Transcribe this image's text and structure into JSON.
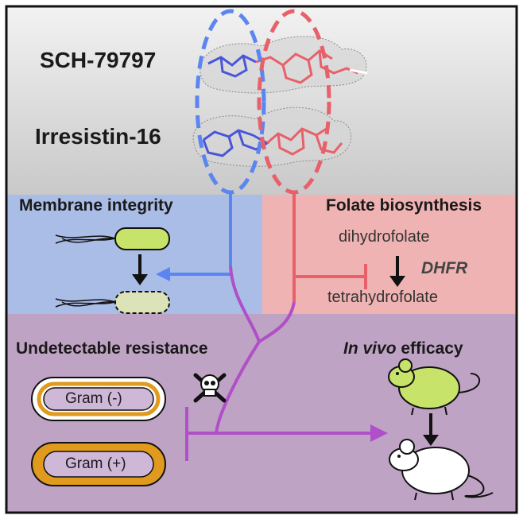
{
  "compounds": {
    "compound_1": "SCH-79797",
    "compound_2": "Irresistin-16"
  },
  "panels": {
    "membrane": {
      "title": "Membrane integrity"
    },
    "folate": {
      "title": "Folate biosynthesis",
      "substrate": "dihydrofolate",
      "enzyme": "DHFR",
      "product": "tetrahydrofolate"
    },
    "resistance": {
      "title": "Undetectable resistance",
      "gram_negative": "Gram (-)",
      "gram_positive": "Gram (+)"
    },
    "efficacy": {
      "title_italic": "In vivo",
      "title_rest": " efficacy"
    }
  },
  "colors": {
    "blue_moiety": "#5b85f0",
    "red_moiety": "#e8606a",
    "purple_path": "#b050c8",
    "membrane_bg": "#a9bde6",
    "folate_bg": "#f0b3b3",
    "bottom_bg": "#bfa3c4",
    "bacterium_live": "#c7e36a",
    "bacterium_dead": "#dde3b8",
    "gram_ring": "#e09a1e",
    "mouse_sick": "#c7e36a"
  }
}
